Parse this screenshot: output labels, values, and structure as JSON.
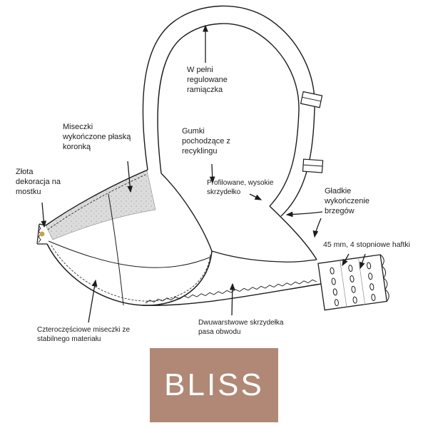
{
  "page": {
    "background": "#ffffff"
  },
  "labels": {
    "straps": "W pełni regulowane ramiączka",
    "lace_cups": "Miseczki wykończone płaską koronką",
    "recycled_elastics": "Gumki pochodzące z recyklingu",
    "gold_decoration": "Złota dekoracja na mostku",
    "profiled_wing": "Profilowane, wysokie skrzydełko",
    "smooth_edges": "Gładkie wykończenie brzegów",
    "hooks": "45 mm, 4 stopniowe haftki",
    "four_part_cups": "Czteroczęściowe miseczki ze stabilnego materiału",
    "double_layer_band": "Dwuwarstwowe skrzydełka pasa obwodu"
  },
  "brand": {
    "name": "BLISS",
    "background_color": "#b08875",
    "text_color": "#ffffff"
  },
  "diagram": {
    "subject": "bra technical drawing",
    "line_color": "#1c1c1c",
    "lace_fill": "#d9d9d9",
    "gold_accent": "#c8a24e"
  }
}
